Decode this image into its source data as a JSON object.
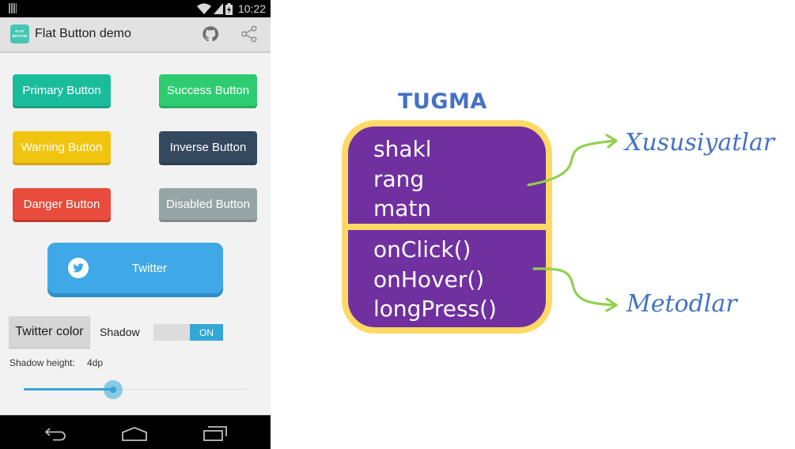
{
  "phone": {
    "status_bar": {
      "time": "10:22",
      "icons": [
        "notification-icon",
        "wifi-icon",
        "signal-icon",
        "battery-icon"
      ]
    },
    "action_bar": {
      "app_icon_text": [
        "FLAT",
        "BUTTON"
      ],
      "title": "Flat Button demo",
      "actions": [
        "github-icon",
        "share-icon"
      ]
    },
    "buttons": {
      "primary": "Primary Button",
      "success": "Success Button",
      "warning": "Warning Button",
      "inverse": "Inverse Button",
      "danger": "Danger Button",
      "disabled": "Disabled Button"
    },
    "twitter_button": {
      "label": "Twitter",
      "icon": "twitter-icon"
    },
    "controls": {
      "twitter_color_label": "Twitter color",
      "shadow_label": "Shadow",
      "shadow_toggle_state": "ON",
      "shadow_height_label": "Shadow height:",
      "shadow_height_value": "4dp",
      "slider_fraction": 0.4
    },
    "nav_bar": [
      "back-icon",
      "home-icon",
      "recent-apps-icon"
    ]
  },
  "diagram": {
    "title": "TUGMA",
    "attributes": [
      "shakl",
      "rang",
      "matn"
    ],
    "methods": [
      "onClick()",
      "onHover()",
      "longPress()"
    ],
    "callouts": {
      "properties": "Xususiyatlar",
      "methods": "Metodlar"
    }
  },
  "colors": {
    "primary": "#1abc9c",
    "success": "#2ecc71",
    "warning": "#f1c40f",
    "inverse": "#34495e",
    "danger": "#e74c3c",
    "disabled": "#95a5a6",
    "twitter": "#3ea9e6",
    "accent": "#33a7d6",
    "box_fill": "#7030a0",
    "box_border": "#ffd966",
    "title_blue": "#4472c4",
    "arrow_green": "#92d050"
  }
}
